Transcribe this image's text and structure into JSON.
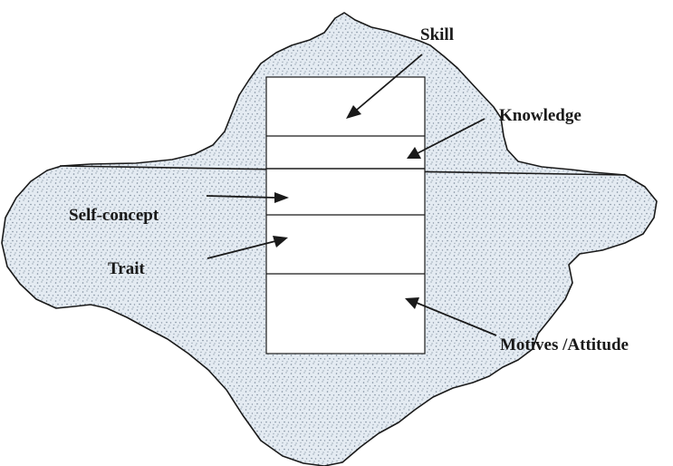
{
  "diagram": {
    "labels": {
      "skill": "Skill",
      "knowledge": "Knowledge",
      "self_concept": "Self-concept",
      "trait": "Trait",
      "motives_attitude": "Motives /Attitude"
    }
  }
}
